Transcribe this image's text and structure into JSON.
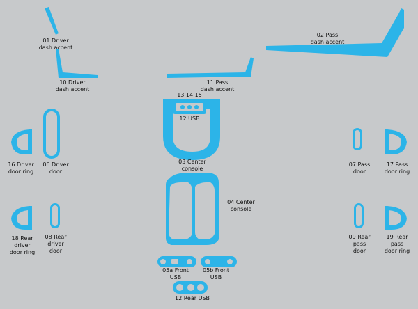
{
  "labels": {
    "p01": [
      "01 Driver",
      "dash accent"
    ],
    "p02": [
      "02 Pass",
      "dash accent"
    ],
    "p10": [
      "10 Driver",
      "dash accent"
    ],
    "p11": [
      "11 Pass",
      "dash accent"
    ],
    "p13": [
      "13 14 15"
    ],
    "p12": [
      "12 USB"
    ],
    "p16": [
      "16 Driver",
      "door ring"
    ],
    "p06": [
      "06 Driver",
      "door"
    ],
    "p03": [
      "03 Center",
      "console"
    ],
    "p07": [
      "07 Pass",
      "door"
    ],
    "p17": [
      "17 Pass",
      "door ring"
    ],
    "p04": [
      "04 Center",
      "console"
    ],
    "p18": [
      "18 Rear",
      "driver",
      "door ring"
    ],
    "p08": [
      "08 Rear",
      "driver",
      "door"
    ],
    "p09": [
      "09 Rear",
      "pass",
      "door"
    ],
    "p19": [
      "19 Rear",
      "pass",
      "door ring"
    ],
    "p05a": [
      "05a Front",
      "USB"
    ],
    "p05b": [
      "05b Front",
      "USB"
    ],
    "pRear": [
      "12 Rear USB"
    ]
  },
  "colors": {
    "background": "#c7c9cb",
    "part": "#2cb4e8",
    "text": "#111111"
  }
}
